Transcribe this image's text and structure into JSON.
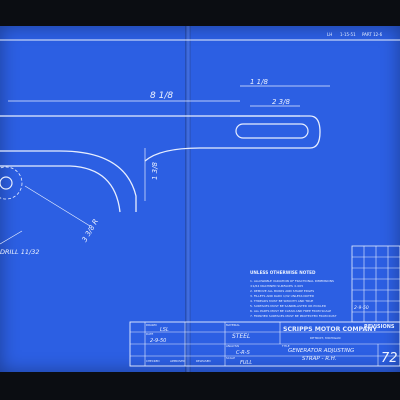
{
  "header": {
    "tag_a": "LH",
    "tag_b": "1-15-51",
    "tag_c": "PART 12-6"
  },
  "dimensions": {
    "overall": "8 1/8",
    "top": "1 1/8",
    "slot": "2 3/8",
    "vertical": "1 3/8",
    "radius": "3 3/8 R",
    "drill": "DRILL 11/32"
  },
  "notes": {
    "heading": "UNLESS OTHERWISE NOTED",
    "lines": [
      "1. ALLOWABLE VARIATION OF FRACTIONAL DIMENSIONS",
      "   ±1/64 MACHINED SURFACES ±.005",
      "2. REMOVE ALL BURRS AND SHARP EDGES",
      "3. FILLETS AND RADII 1/32 UNLESS NOTED",
      "4. THREADS MUST BE SMOOTH AND TRUE",
      "5. SURFACES MUST BE SANDBLASTED OR PICKLED",
      "6. ALL PARTS MUST BE CLEAN AND FREE FROM SCALE",
      "7. FINISHED SURFACES MUST BE PROTECTED FROM RUST"
    ]
  },
  "company": {
    "name": "SCRIPPS MOTOR COMPANY",
    "city": "DETROIT, MICHIGAN"
  },
  "title_block": {
    "drawn_label": "DRAWN",
    "drawn_by": "LSL",
    "date_label": "DATE",
    "date_value": "2-9-50",
    "material_label": "MATERIAL",
    "material_value": "STEEL",
    "treatment_label": "ANALYSIS",
    "treatment_value": "C-R-S",
    "title_label": "TITLE",
    "title_line1": "GENERATOR ADJUSTING",
    "title_line2": "STRAP - R.H.",
    "scale_label": "SCALE",
    "scale_value": "FULL",
    "checked_label": "CHECKED",
    "approved_label": "APPROVED",
    "released_label": "RELEASED",
    "drawing_no": "72"
  },
  "revisions": {
    "heading": "REVISIONS",
    "date_entry": "2-9-50"
  }
}
